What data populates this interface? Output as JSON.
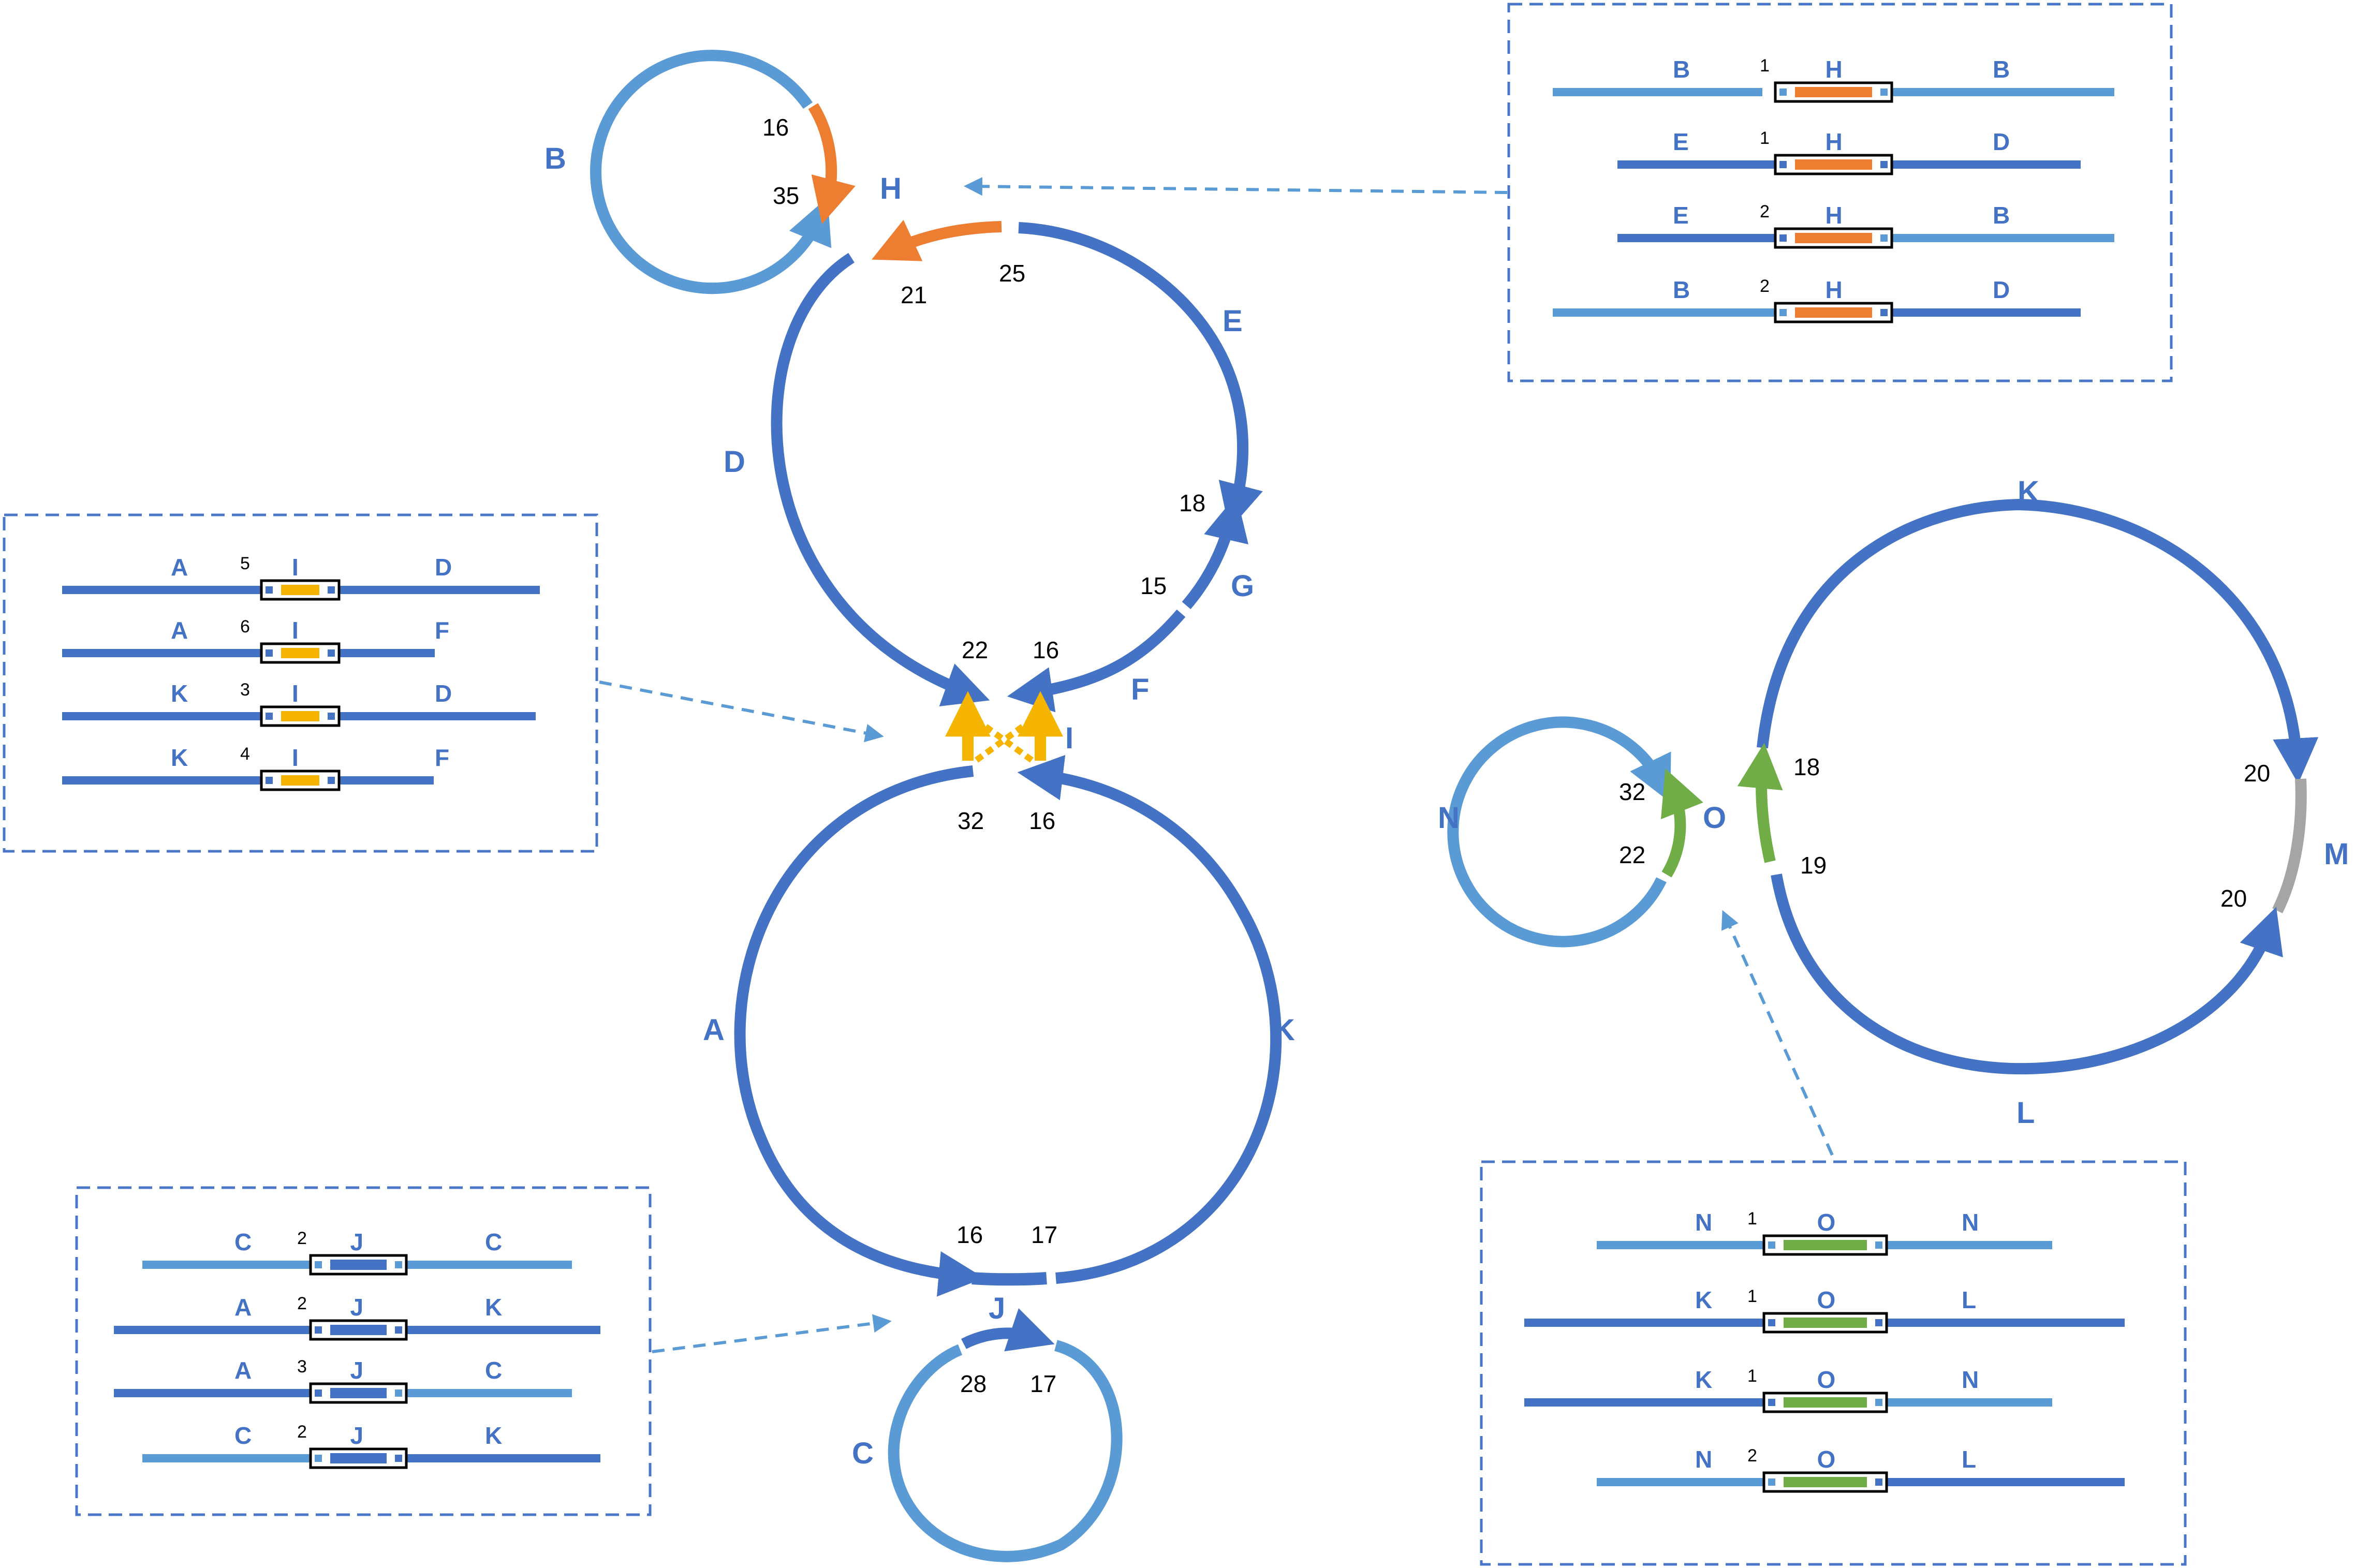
{
  "colors": {
    "dark_blue": "#4472c4",
    "light_blue": "#5b9bd5",
    "orange": "#ed7d31",
    "yellow": "#f5b400",
    "green": "#70ad47",
    "gray": "#a5a5a5",
    "label": "#4472c4",
    "box_border": "#4a76c8"
  },
  "labels": {
    "B": "B",
    "H": "H",
    "E": "E",
    "D": "D",
    "G": "G",
    "F": "F",
    "I": "I",
    "A": "A",
    "K": "K",
    "J": "J",
    "C": "C",
    "N": "N",
    "O": "O",
    "M": "M",
    "L": "L"
  },
  "numbers": {
    "b16": "16",
    "b35": "35",
    "h21": "21",
    "h25": "25",
    "e18": "18",
    "g15": "15",
    "i22": "22",
    "i16": "16",
    "i32": "32",
    "i16b": "16",
    "j16": "16",
    "j17": "17",
    "c28": "28",
    "c17": "17",
    "n32": "32",
    "n22": "22",
    "o18": "18",
    "o19": "19",
    "m20a": "20",
    "m20b": "20"
  },
  "inset_h": {
    "rows": [
      {
        "left": "B",
        "copy": "1",
        "center": "H",
        "right": "B"
      },
      {
        "left": "E",
        "copy": "1",
        "center": "H",
        "right": "D"
      },
      {
        "left": "E",
        "copy": "2",
        "center": "H",
        "right": "B"
      },
      {
        "left": "B",
        "copy": "2",
        "center": "H",
        "right": "D"
      }
    ]
  },
  "inset_i": {
    "rows": [
      {
        "left": "A",
        "copy": "5",
        "center": "I",
        "right": "D"
      },
      {
        "left": "A",
        "copy": "6",
        "center": "I",
        "right": "F"
      },
      {
        "left": "K",
        "copy": "3",
        "center": "I",
        "right": "D"
      },
      {
        "left": "K",
        "copy": "4",
        "center": "I",
        "right": "F"
      }
    ]
  },
  "inset_j": {
    "rows": [
      {
        "left": "C",
        "copy": "2",
        "center": "J",
        "right": "C"
      },
      {
        "left": "A",
        "copy": "2",
        "center": "J",
        "right": "K"
      },
      {
        "left": "A",
        "copy": "3",
        "center": "J",
        "right": "C"
      },
      {
        "left": "C",
        "copy": "2",
        "center": "J",
        "right": "K"
      }
    ]
  },
  "inset_o": {
    "rows": [
      {
        "left": "N",
        "copy": "1",
        "center": "O",
        "right": "N"
      },
      {
        "left": "K",
        "copy": "1",
        "center": "O",
        "right": "L"
      },
      {
        "left": "K",
        "copy": "1",
        "center": "O",
        "right": "N"
      },
      {
        "left": "N",
        "copy": "2",
        "center": "O",
        "right": "L"
      }
    ]
  }
}
